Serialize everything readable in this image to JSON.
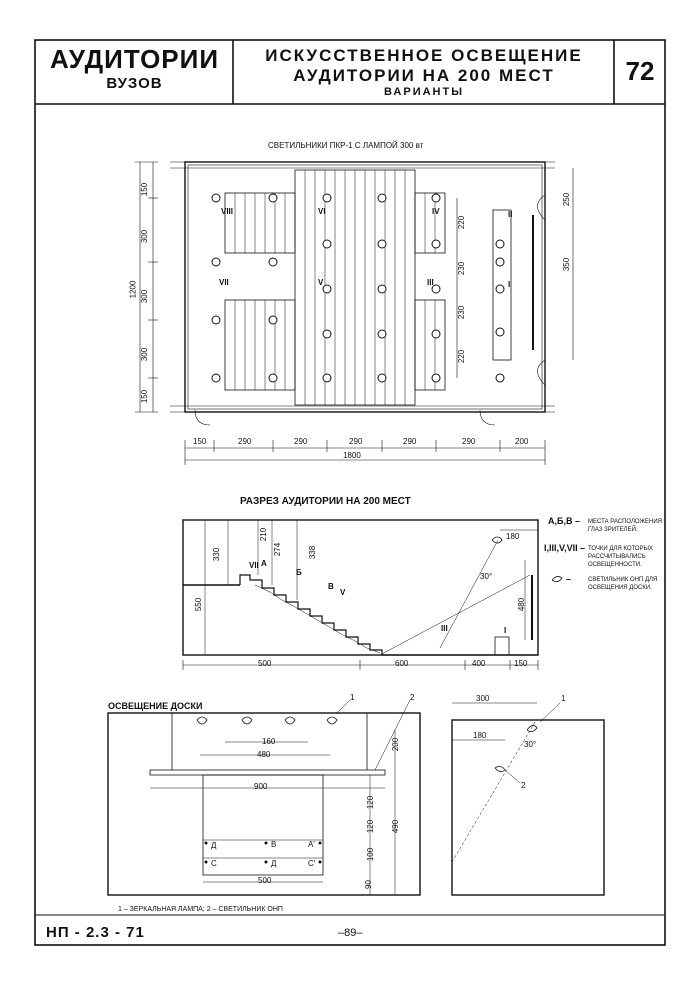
{
  "header": {
    "title_main": "АУДИТОРИИ",
    "title_sub": "ВУЗОВ",
    "topic_line1": "ИСКУССТВЕННОЕ ОСВЕЩЕНИЕ",
    "topic_line2": "АУДИТОРИИ НА 200 МЕСТ",
    "topic_line3": "ВАРИАНТЫ",
    "sheet_number": "72"
  },
  "plan": {
    "caption": "СВЕТИЛЬНИКИ ПКР-1 С ЛАМПОЙ 300 вт",
    "bottom_dims": [
      "150",
      "290",
      "290",
      "290",
      "290",
      "290",
      "200"
    ],
    "total_width": "1800",
    "left_dims": [
      "150",
      "300",
      "300",
      "300",
      "150"
    ],
    "left_total": "1200",
    "inner_dims": [
      "220",
      "230",
      "230",
      "220"
    ],
    "right_dims": [
      "250",
      "350"
    ],
    "points": [
      "VIII",
      "VI",
      "IV",
      "II",
      "VII",
      "V",
      "III",
      "I"
    ]
  },
  "section": {
    "caption": "РАЗРЕЗ АУДИТОРИИ НА 200 МЕСТ",
    "bottom_dims": [
      "500",
      "600",
      "400",
      "150"
    ],
    "vertical_dims": [
      "330",
      "210",
      "274",
      "338",
      "550",
      "480"
    ],
    "top_dim": "180",
    "angle": "30°",
    "points": [
      "VII",
      "A",
      "Б",
      "B",
      "V",
      "III",
      "I"
    ]
  },
  "legend": [
    {
      "key": "А,Б,В –",
      "text": "МЕСТА РАСПОЛОЖЕНИЯ ГЛАЗ ЗРИТЕЛЕЙ."
    },
    {
      "key": "I,III,V,VII –",
      "text": "ТОЧКИ ДЛЯ КОТОРЫХ РАССЧИТЫВАЛИСЬ ОСВЕЩЕННОСТИ."
    },
    {
      "key": "–",
      "text": "СВЕТИЛЬНИК ОНП ДЛЯ ОСВЕЩЕНИЯ ДОСКИ."
    }
  ],
  "board": {
    "caption": "ОСВЕЩЕНИЕ ДОСКИ",
    "dims": [
      "160",
      "480",
      "900",
      "500",
      "200",
      "490",
      "120",
      "120",
      "100",
      "90"
    ],
    "points": [
      "Д",
      "В",
      "А'",
      "С",
      "Д",
      "С'"
    ],
    "callouts": [
      "1",
      "2"
    ]
  },
  "board_section": {
    "dims": [
      "300",
      "180",
      "30°"
    ],
    "callouts": [
      "1",
      "2"
    ]
  },
  "footnote": "1 – ЗЕРКАЛЬНАЯ ЛАМПА;   2 – СВЕТИЛЬНИК ОНП",
  "footer": {
    "code": "НП - 2.3 - 71",
    "page": "–89–"
  }
}
